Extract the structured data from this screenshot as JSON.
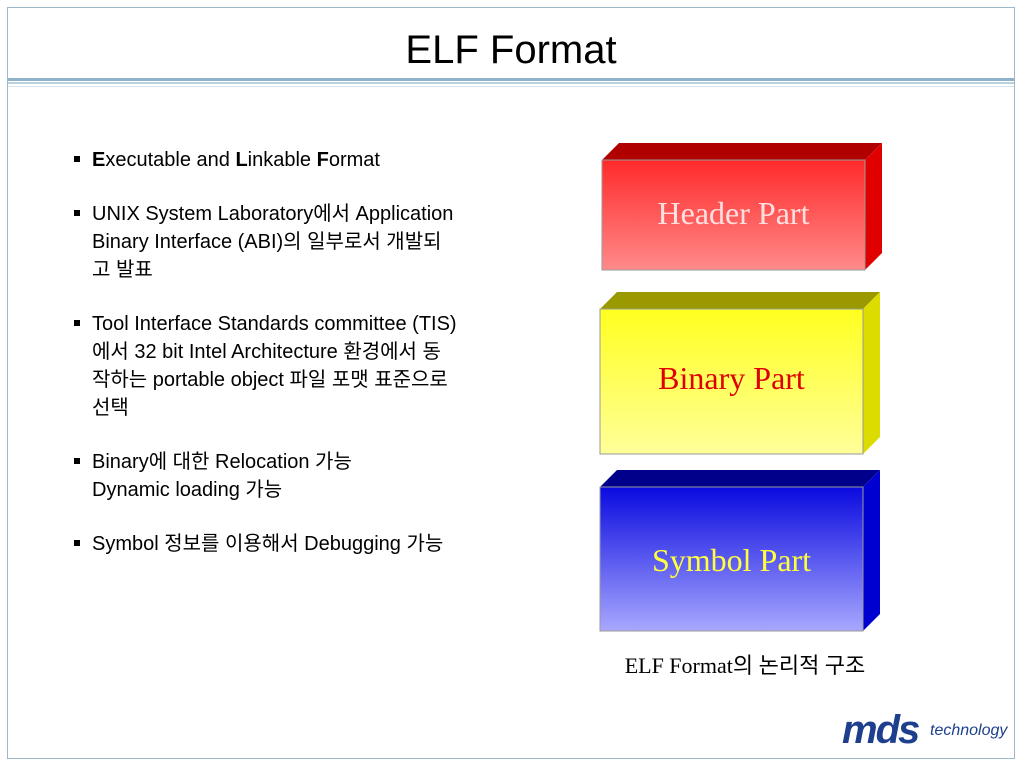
{
  "slide": {
    "title": "ELF Format"
  },
  "bullets": [
    {
      "lines": [
        [
          {
            "t": "E",
            "b": true
          },
          {
            "t": "xecutable and ",
            "b": false
          },
          {
            "t": "L",
            "b": true
          },
          {
            "t": "inkable ",
            "b": false
          },
          {
            "t": "F",
            "b": true
          },
          {
            "t": "ormat",
            "b": false
          }
        ]
      ]
    },
    {
      "lines": [
        [
          {
            "t": "UNIX System Laboratory에서 Application",
            "b": false
          }
        ],
        [
          {
            "t": "Binary Interface (ABI)의 일부로서 개발되",
            "b": false
          }
        ],
        [
          {
            "t": "고 발표",
            "b": false
          }
        ]
      ]
    },
    {
      "lines": [
        [
          {
            "t": "Tool Interface Standards committee (TIS)",
            "b": false
          }
        ],
        [
          {
            "t": "에서 32 bit Intel Architecture 환경에서 동",
            "b": false
          }
        ],
        [
          {
            "t": "작하는 portable object 파일 포맷 표준으로",
            "b": false
          }
        ],
        [
          {
            "t": "선택",
            "b": false
          }
        ]
      ]
    },
    {
      "lines": [
        [
          {
            "t": "Binary에 대한 Relocation 가능",
            "b": false
          }
        ],
        [
          {
            "t": "Dynamic loading 가능",
            "b": false
          }
        ]
      ]
    },
    {
      "lines": [
        [
          {
            "t": "Symbol 정보를 이용해서 Debugging 가능",
            "b": false
          }
        ]
      ]
    }
  ],
  "parts": [
    {
      "label": "Header Part",
      "face_top": "#ff2a2a",
      "face_bottom": "#ff8a8a",
      "top": "#b00000",
      "side": "#e00000",
      "text_color": "#ffe0e0"
    },
    {
      "label": "Binary Part",
      "face_top": "#ffff20",
      "face_bottom": "#ffff9a",
      "top": "#9a9a00",
      "side": "#dcdc00",
      "text_color": "#e00000"
    },
    {
      "label": "Symbol Part",
      "face_top": "#0a0ae0",
      "face_bottom": "#a8a8ff",
      "top": "#00008a",
      "side": "#0000d0",
      "text_color": "#ffff40"
    }
  ],
  "caption": "ELF Format의 논리적 구조",
  "logo": {
    "brand": "mds",
    "suffix": "technology"
  }
}
